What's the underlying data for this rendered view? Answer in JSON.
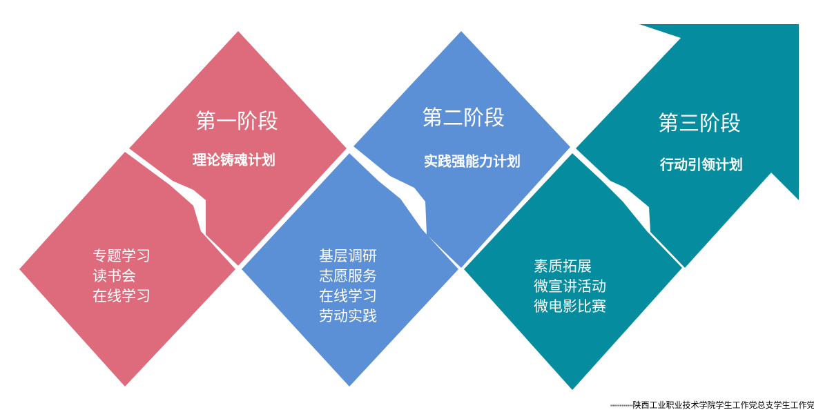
{
  "colors": {
    "stage1": "#dd6b7b",
    "stage2": "#5b8fd6",
    "stage3": "#068c9f",
    "background": "#ffffff",
    "text": "#ffffff"
  },
  "stages": [
    {
      "title": "第一阶段",
      "plan": "理论铸魂计划",
      "activities": [
        "专题学习",
        "读书会",
        "在线学习"
      ]
    },
    {
      "title": "第二阶段",
      "plan": "实践强能力计划",
      "activities": [
        "基层调研",
        "志愿服务",
        "在线学习",
        "劳动实践"
      ]
    },
    {
      "title": "第三阶段",
      "plan": "行动引领计划",
      "activities": [
        "素质拓展",
        "微宣讲活动",
        "微电影比赛"
      ]
    }
  ],
  "footer": {
    "text": "陕西工业职业技术学院学生工作党总支学生工作党支部"
  }
}
